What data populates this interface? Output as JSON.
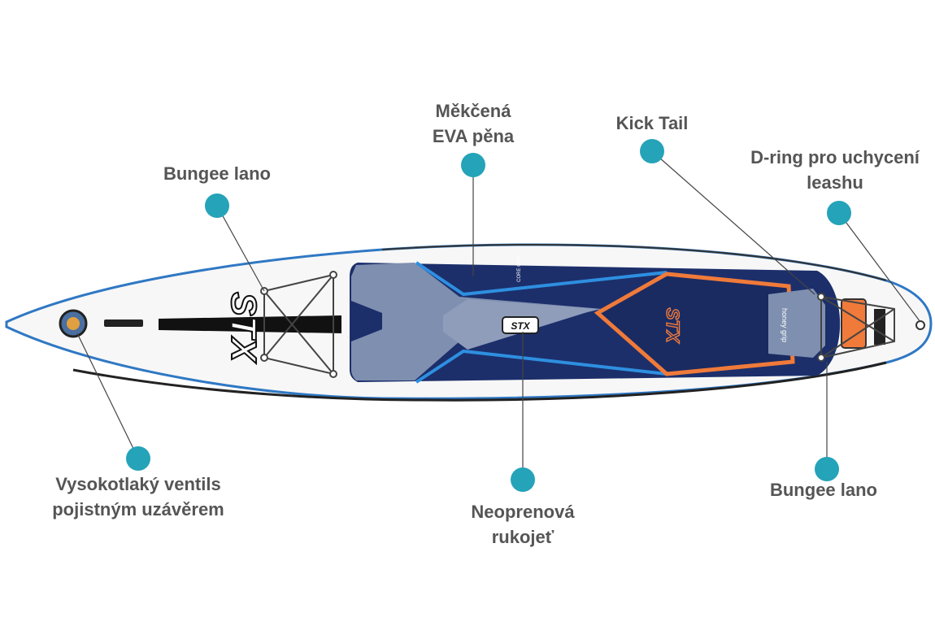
{
  "colors": {
    "dot": "#25a3b8",
    "label_text": "#555555",
    "leader_line": "#444444",
    "deck_navy": "#1c2f6b",
    "deck_grey": "#7f8fb0",
    "accent_blue": "#2e8fe0",
    "accent_orange": "#f07a3a",
    "board_white": "#f7f7f7",
    "rail_blue": "#2f78c4"
  },
  "board": {
    "logo": "STX",
    "handle_logo": "STX",
    "deck_brand": "CORE GRIP",
    "tail_pad_brand": "honey grip"
  },
  "callouts": [
    {
      "id": "bungee-front",
      "lines": [
        "Bungee lano"
      ]
    },
    {
      "id": "eva-foam",
      "lines": [
        "Měkčená",
        "EVA pěna"
      ]
    },
    {
      "id": "kick-tail",
      "lines": [
        "Kick Tail"
      ]
    },
    {
      "id": "d-ring",
      "lines": [
        "D-ring pro uchycení",
        "leashu"
      ]
    },
    {
      "id": "valve",
      "lines": [
        "Vysokotlaký ventils",
        "pojistným uzávěrem"
      ]
    },
    {
      "id": "handle",
      "lines": [
        "Neoprenová",
        "rukojeť"
      ]
    },
    {
      "id": "bungee-rear",
      "lines": [
        "Bungee lano"
      ]
    }
  ]
}
